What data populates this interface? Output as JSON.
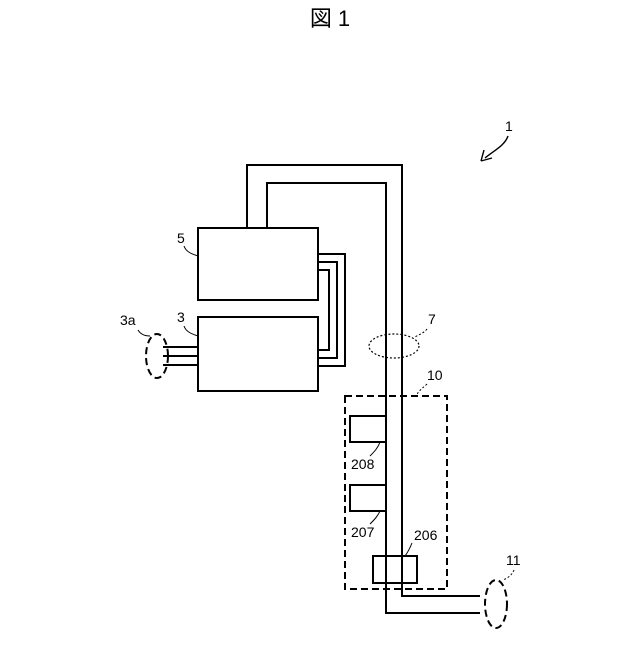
{
  "figure": {
    "title": "図 1"
  },
  "labels": {
    "system": "1",
    "block_upper": "5",
    "block_lower": "3",
    "connector_3a": "3a",
    "bundle": "7",
    "box": "10",
    "component_208": "208",
    "component_207": "207",
    "component_206": "206",
    "end_11": "11"
  }
}
